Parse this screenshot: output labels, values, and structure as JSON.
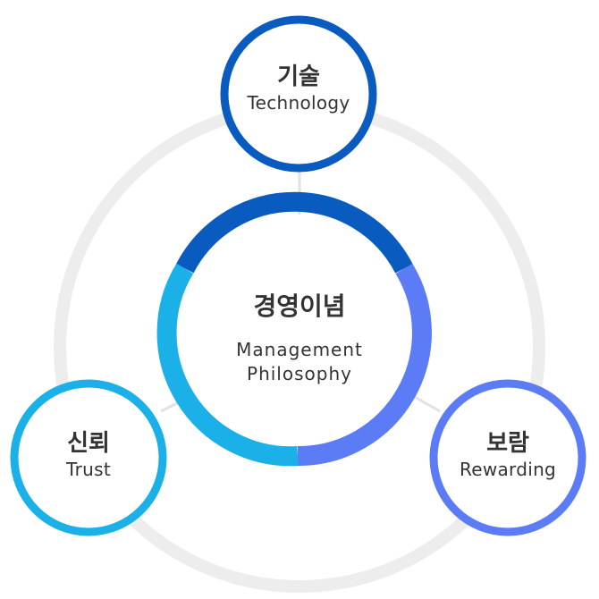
{
  "center": {
    "title_ko": "경영이념",
    "title_en_line1": "Management",
    "title_en_line2": "Philosophy"
  },
  "nodes": [
    {
      "id": "technology",
      "ko": "기술",
      "en": "Technology",
      "color": "#0A5BC0"
    },
    {
      "id": "trust",
      "ko": "신뢰",
      "en": "Trust",
      "color": "#1BB0E8"
    },
    {
      "id": "rewarding",
      "ko": "보람",
      "en": "Rewarding",
      "color": "#5B7CF5"
    }
  ],
  "colors": {
    "orbit": "#EDEDED",
    "connector": "#E2E2E2",
    "text": "#333333",
    "background": "#FFFFFF"
  }
}
